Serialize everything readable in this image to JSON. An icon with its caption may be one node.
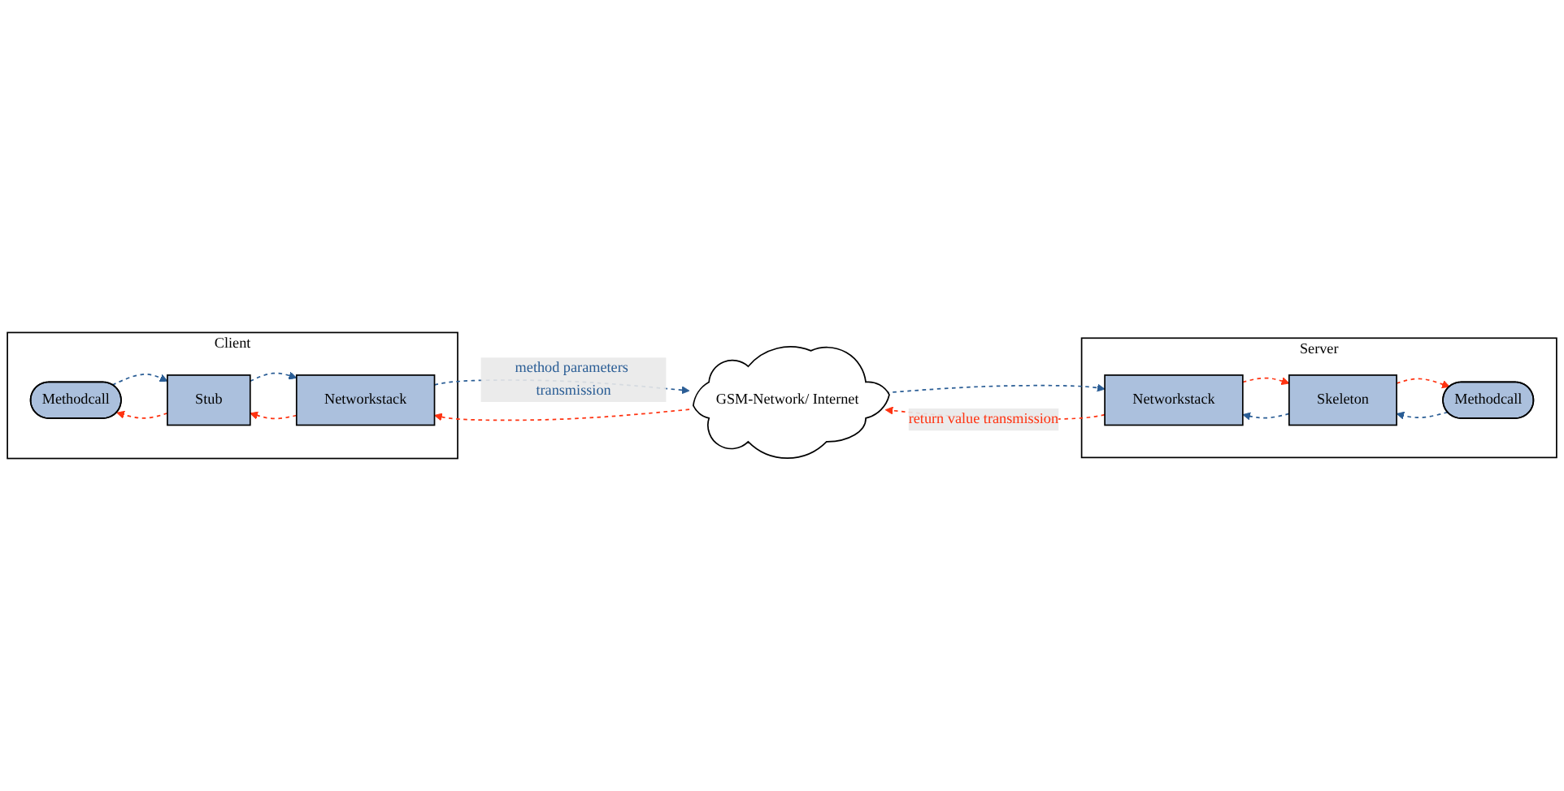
{
  "diagram": {
    "nodes": [
      {
        "text": [
          "Client"
        ]
      },
      {
        "text": [
          "Methodcall"
        ],
        "in": 0
      },
      {
        "text": [
          "Stub"
        ],
        "in": 0
      },
      {
        "text": [
          "Networkstack"
        ],
        "in": 0
      },
      {
        "text": [
          "Server"
        ]
      },
      {
        "text": [
          "Methodcall"
        ],
        "in": 4
      },
      {
        "text": [
          "Skeleton"
        ],
        "in": 4
      },
      {
        "text": [
          "Networkstack"
        ],
        "in": 4
      },
      {
        "text": [
          "GSM-Network/ Internet"
        ]
      }
    ],
    "edges": [
      {
        "from": 1,
        "to": 2,
        "arrow": "to",
        "style": "dashed",
        "color": "#2a5d95"
      },
      {
        "from": 2,
        "to": 1,
        "arrow": "to",
        "style": "dashed",
        "color": "#ff3311"
      },
      {
        "from": 2,
        "to": 3,
        "arrow": "to",
        "style": "dashed",
        "color": "#2a5d95"
      },
      {
        "from": 3,
        "to": 2,
        "arrow": "to",
        "style": "dashed",
        "color": "#ff3311"
      },
      {
        "from": 3,
        "to": 8,
        "arrow": "to",
        "label": "method parameters transmission",
        "style": "dashed",
        "color": "#2a5d95"
      },
      {
        "from": 8,
        "to": 3,
        "arrow": "to",
        "style": "dashed",
        "color": "#ff3311"
      },
      {
        "from": 8,
        "to": 7,
        "arrow": "to",
        "style": "dashed",
        "color": "#2a5d95"
      },
      {
        "from": 7,
        "to": 8,
        "arrow": "to",
        "label": "return value transmission",
        "style": "dashed",
        "color": "#ff3311"
      },
      {
        "from": 5,
        "to": 6,
        "arrow": "to",
        "style": "dashed",
        "color": "#2a5d95"
      },
      {
        "from": 6,
        "to": 5,
        "arrow": "to",
        "style": "dashed",
        "color": "#ff3311"
      },
      {
        "from": 6,
        "to": 7,
        "arrow": "to",
        "style": "dashed",
        "color": "#2a5d95"
      },
      {
        "from": 7,
        "to": 6,
        "arrow": "to",
        "style": "dashed",
        "color": "#ff3311"
      }
    ]
  }
}
